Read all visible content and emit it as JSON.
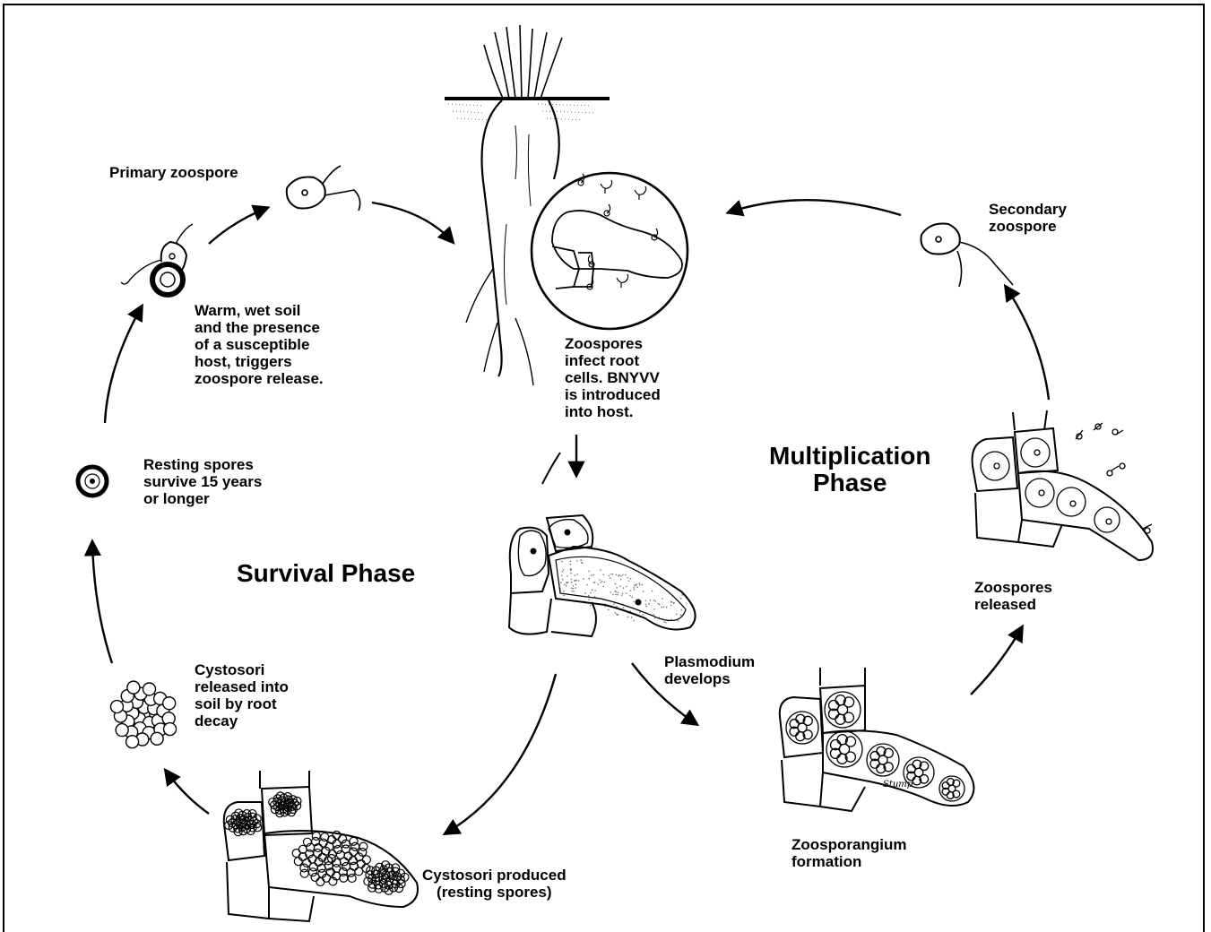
{
  "colors": {
    "ink": "#000000",
    "background": "#ffffff"
  },
  "phases": {
    "survival": "Survival Phase",
    "multiplication": "Multiplication\nPhase"
  },
  "labels": {
    "primary_zoospore": "Primary zoospore",
    "trigger": "Warm, wet soil\nand the presence\nof a susceptible\nhost, triggers\nzoospore release.",
    "infect": "Zoospores\ninfect root\ncells.  BNYVV\nis introduced\ninto host.",
    "secondary_zoospore": "Secondary\nzoospore",
    "resting_spores": "Resting spores\nsurvive 15 years\nor longer",
    "cystosori_released": "Cystosori\nreleased into\nsoil by root\ndecay",
    "plasmodium": "Plasmodium\ndevelops",
    "zoospores_released": "Zoospores\nreleased",
    "zoosporangium": "Zoosporangium\nformation",
    "cystosori_produced": "Cystosori produced\n(resting spores)",
    "signature": "Stump"
  },
  "icons": [
    "sugar-beet-root-icon",
    "zoospore-icon",
    "resting-spore-icon",
    "cystosori-cluster-icon",
    "plasmodium-cells-icon",
    "zoosporangium-cells-icon",
    "cystosori-cells-icon",
    "zoospore-release-cells-icon"
  ]
}
